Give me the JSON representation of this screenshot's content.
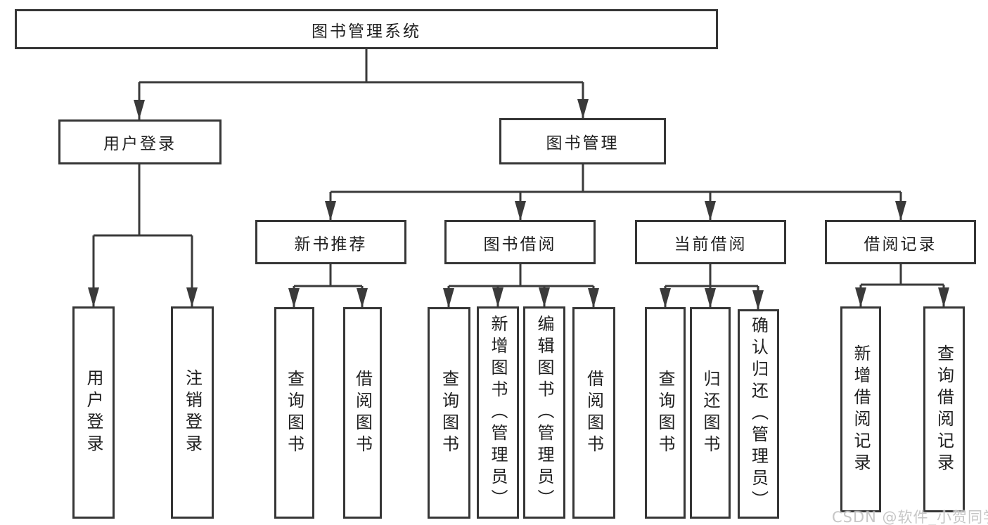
{
  "diagram": {
    "root": {
      "label": "图书管理系统"
    },
    "branches": [
      {
        "label": "用户登录",
        "children": [
          {
            "label": "用户登录"
          },
          {
            "label": "注销登录"
          }
        ]
      },
      {
        "label": "图书管理",
        "children": [
          {
            "label": "新书推荐",
            "children": [
              {
                "label": "查询图书"
              },
              {
                "label": "借阅图书"
              }
            ]
          },
          {
            "label": "图书借阅",
            "children": [
              {
                "label": "查询图书"
              },
              {
                "label": "新增图书（管理员）"
              },
              {
                "label": "编辑图书（管理员）"
              },
              {
                "label": "借阅图书"
              }
            ]
          },
          {
            "label": "当前借阅",
            "children": [
              {
                "label": "查询图书"
              },
              {
                "label": "归还图书"
              },
              {
                "label": "确认归还（管理员）"
              }
            ]
          },
          {
            "label": "借阅记录",
            "children": [
              {
                "label": "新增借阅记录"
              },
              {
                "label": "查询借阅记录"
              }
            ]
          }
        ]
      }
    ]
  },
  "watermark": {
    "text": "CSDN @软件_小贺同学"
  },
  "colors": {
    "line": "#3a3a3a",
    "box_border": "#363636",
    "text": "#1f1f1f",
    "background": "#ffffff",
    "watermark": "#c6c6c6"
  }
}
